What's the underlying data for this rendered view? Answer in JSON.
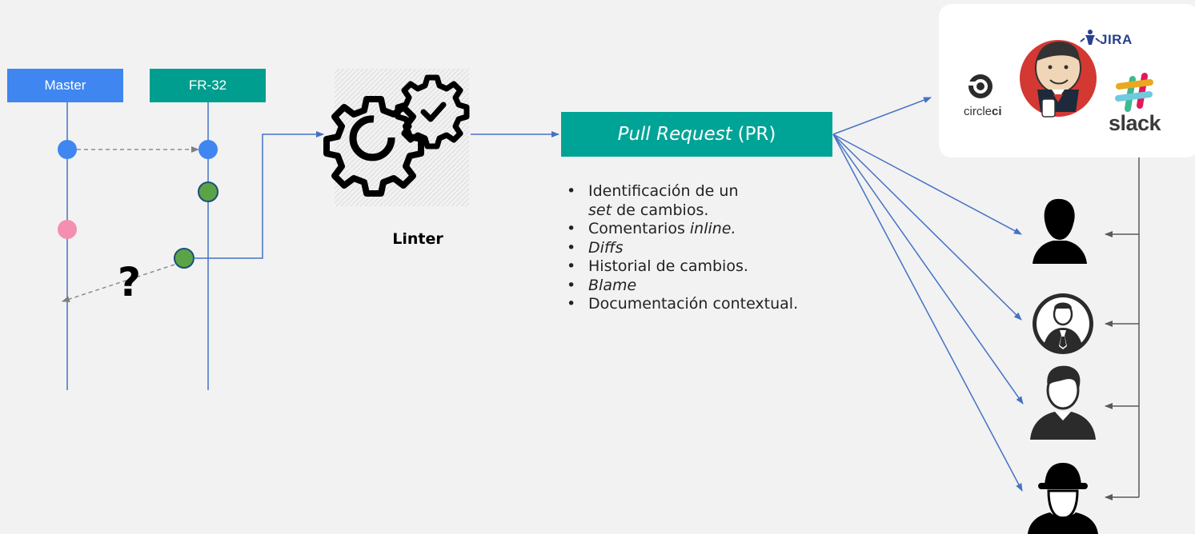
{
  "branches": {
    "master": "Master",
    "feature": "FR-32"
  },
  "linter": {
    "label": "Linter"
  },
  "pull_request": {
    "title_italic": "Pull Request",
    "title_rest": "(PR)"
  },
  "features": [
    {
      "italic_prefix": "",
      "text": "Identificación de un",
      "italic_mid": "set",
      "text_after": " de cambios."
    },
    {
      "text_before": "Comentarios ",
      "italic": "inline."
    },
    {
      "italic": "Diffs"
    },
    {
      "text": "Historial de cambios."
    },
    {
      "italic": "Blame"
    },
    {
      "text": "Documentación contextual."
    }
  ],
  "tools": {
    "circleci_a": "circle",
    "circleci_b": "ci",
    "jira": "JIRA",
    "slack": "slack"
  },
  "question": "?",
  "colors": {
    "master": "#3f86f0",
    "feature": "#009e8e",
    "pr": "#00a497",
    "commit_blue": "#3f86f0",
    "commit_green": "#5aa447",
    "commit_pink": "#f48fb1",
    "arrow": "#4472c4",
    "connector": "#595959"
  },
  "icons": [
    "gears-check-icon",
    "circleci-logo-icon",
    "jenkins-logo-icon",
    "jira-logo-icon",
    "slack-logo-icon",
    "user-silhouette-icon",
    "user-circle-tie-icon",
    "user-man-icon",
    "user-bowler-hat-icon"
  ]
}
